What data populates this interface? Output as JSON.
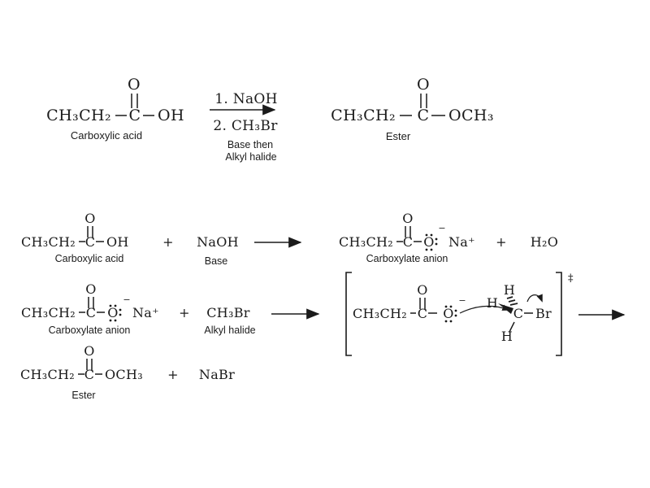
{
  "colors": {
    "ink": "#1b1b1b",
    "background": "#ffffff"
  },
  "overall_reaction": {
    "carboxylic_acid": {
      "chain": "CH₃CH₂",
      "carbonyl_carbon": "C",
      "carbonyl_oxygen": "O",
      "hydroxyl_group": "OH",
      "label": "Carboxylic acid"
    },
    "conditions": {
      "step_1": "1. NaOH",
      "step_2": "2. CH₃Br",
      "note_line_1": "Base then",
      "note_line_2": "Alkyl halide"
    },
    "ester": {
      "chain": "CH₃CH₂",
      "carbonyl_carbon": "C",
      "carbonyl_oxygen": "O",
      "methoxy_group": "OCH₃",
      "label": "Ester"
    }
  },
  "step_1": {
    "carboxylic_acid": {
      "chain": "CH₃CH₂",
      "carbonyl_carbon": "C",
      "carbonyl_oxygen": "O",
      "hydroxyl_group": "OH",
      "label": "Carboxylic acid"
    },
    "plus_1": "+",
    "base": {
      "formula": "NaOH",
      "label": "Base"
    },
    "carboxylate_anion": {
      "chain": "CH₃CH₂",
      "carbonyl_carbon": "C",
      "carbonyl_oxygen": "O",
      "anionic_oxygen": "O",
      "charge": "−",
      "counter_ion": "Na⁺",
      "label": "Carboxylate anion"
    },
    "plus_2": "+",
    "water": "H₂O"
  },
  "step_2": {
    "carboxylate_anion": {
      "chain": "CH₃CH₂",
      "carbonyl_carbon": "C",
      "carbonyl_oxygen": "O",
      "anionic_oxygen": "O",
      "charge": "−",
      "counter_ion": "Na⁺",
      "label": "Carboxylate anion"
    },
    "plus": "+",
    "alkyl_halide": {
      "formula": "CH₃Br",
      "label": "Alkyl halide"
    },
    "transition_state": {
      "chain": "CH₃CH₂",
      "carbonyl_carbon": "C",
      "carbonyl_oxygen": "O",
      "attacking_oxygen": "O",
      "charge": "−",
      "hydrogen_top": "H",
      "hydrogen_left": "H",
      "hydrogen_bottom": "H",
      "central_carbon": "C",
      "leaving_group": "Br",
      "double_dagger": "‡"
    }
  },
  "step_3": {
    "ester": {
      "chain": "CH₃CH₂",
      "carbonyl_carbon": "C",
      "carbonyl_oxygen": "O",
      "methoxy_group": "OCH₃",
      "label": "Ester"
    },
    "plus": "+",
    "sodium_bromide": "NaBr"
  }
}
